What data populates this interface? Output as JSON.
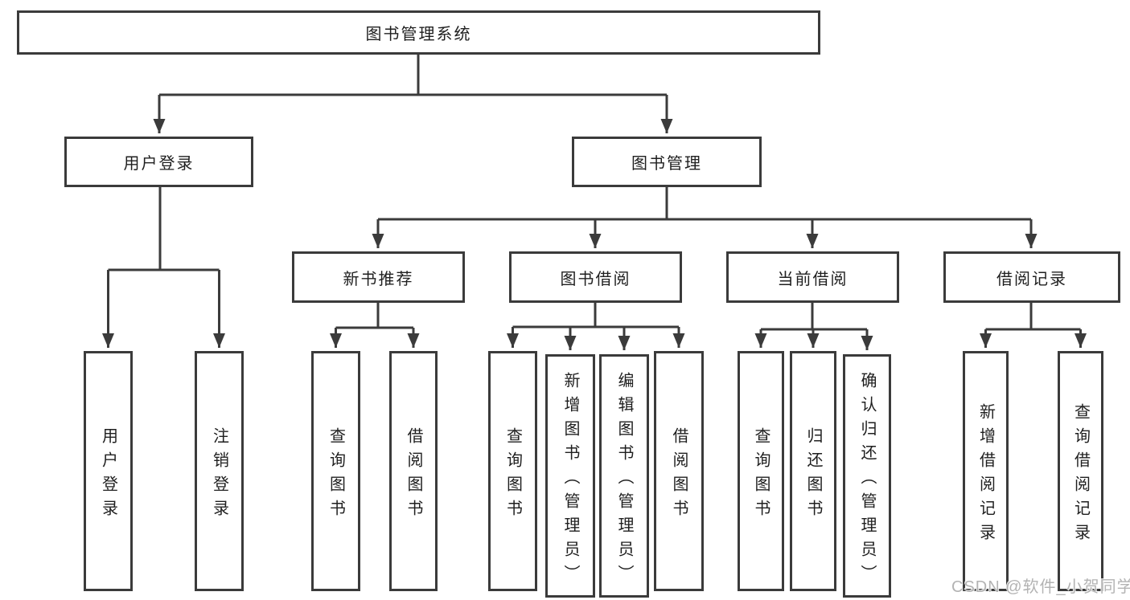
{
  "colors": {
    "line": "#3b3b3b",
    "border": "#3b3b3b",
    "text": "#1f1f1f",
    "watermark": "#b3b3b3",
    "background": "#ffffff"
  },
  "watermark": {
    "text": "CSDN @软件_小贺同学"
  },
  "tree": {
    "root": {
      "label": "图书管理系统"
    },
    "branches": [
      {
        "label": "用户登录",
        "children": [
          {
            "label": "用户登录"
          },
          {
            "label": "注销登录"
          }
        ]
      },
      {
        "label": "图书管理",
        "children": [
          {
            "label": "新书推荐",
            "children": [
              {
                "label": "查询图书"
              },
              {
                "label": "借阅图书"
              }
            ]
          },
          {
            "label": "图书借阅",
            "children": [
              {
                "label": "查询图书"
              },
              {
                "label": "新增图书（管理员）"
              },
              {
                "label": "编辑图书（管理员）"
              },
              {
                "label": "借阅图书"
              }
            ]
          },
          {
            "label": "当前借阅",
            "children": [
              {
                "label": "查询图书"
              },
              {
                "label": "归还图书"
              },
              {
                "label": "确认归还（管理员）"
              }
            ]
          },
          {
            "label": "借阅记录",
            "children": [
              {
                "label": "新增借阅记录"
              },
              {
                "label": "查询借阅记录"
              }
            ]
          }
        ]
      }
    ]
  }
}
